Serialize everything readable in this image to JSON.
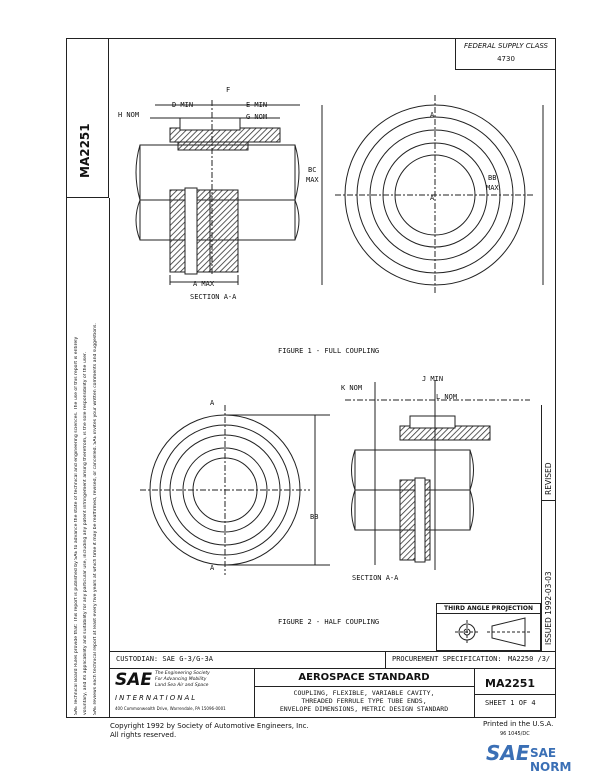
{
  "sidebar": {
    "doc_number": "MA2251",
    "notice_line_1": "SAE Technical Board Rules provide that: This report is published by SAE to advance the state of technical and engineering sciences. The use of this report is entirely",
    "notice_line_2": "voluntary, and its applicability and suitability for any particular use, including any patent infringement arising therefrom, is the sole responsibility of the user.",
    "notice_line_3": "SAE reviews each technical report at least every five years at which time it may be reaffirmed, revised, or cancelled. SAE invites your written comments and suggestions."
  },
  "supply_class": {
    "label": "FEDERAL SUPPLY CLASS",
    "value": "4730"
  },
  "figure1": {
    "caption": "FIGURE 1 - FULL COUPLING",
    "section_label": "SECTION A-A",
    "labels": {
      "d_min": "D MIN",
      "f": "F",
      "e_min": "E MIN",
      "h_nom": "H NOM",
      "g_nom": "G NOM",
      "bc_max": "BC",
      "bc_max2": "MAX",
      "bb_max": "BB",
      "bb_max2": "MAX",
      "a_max": "A MAX",
      "a_top": "A",
      "a_bottom": "A"
    }
  },
  "figure2": {
    "caption": "FIGURE 2 - HALF COUPLING",
    "section_label": "SECTION A-A",
    "labels": {
      "j_min": "J MIN",
      "k_nom": "K NOM",
      "l_nom": "L NOM",
      "bb": "BB",
      "a_top": "A",
      "a_bottom": "A"
    }
  },
  "revision": {
    "issued": "ISSUED   1992-03-03",
    "revised": "REVISED"
  },
  "third_angle": "THIRD ANGLE PROJECTION",
  "title_block": {
    "custodian": "CUSTODIAN:  SAE G-3/G-3A",
    "procurement_label": "PROCUREMENT SPECIFICATION:",
    "procurement_value": "MA2250 /3/",
    "logo": "SAE",
    "logo_tagline_1": "The Engineering Society",
    "logo_tagline_2": "For Advancing Mobility",
    "logo_tagline_3": "Land Sea Air and Space",
    "logo_international": "INTERNATIONAL",
    "address": "400 Commonwealth Drive, Warrendale, PA 15096-0001",
    "standard_type": "AEROSPACE STANDARD",
    "desc_1": "COUPLING, FLEXIBLE, VARIABLE CAVITY,",
    "desc_2": "THREADED FERRULE TYPE TUBE ENDS,",
    "desc_3": "ENVELOPE DIMENSIONS, METRIC DESIGN STANDARD",
    "doc_number": "MA2251",
    "sheet": "SHEET 1 OF 4"
  },
  "footer": {
    "copyright_1": "Copyright 1992 by Society of Automotive Engineers, Inc.",
    "copyright_2": "All rights reserved.",
    "printed": "Printed in the U.S.A.",
    "code": "96 1045/DC"
  },
  "watermark": {
    "mark": "SAE",
    "text": "SAE NORM"
  },
  "colors": {
    "ink": "#111111",
    "hatch": "#333333",
    "watermark": "#3a6fb5"
  }
}
